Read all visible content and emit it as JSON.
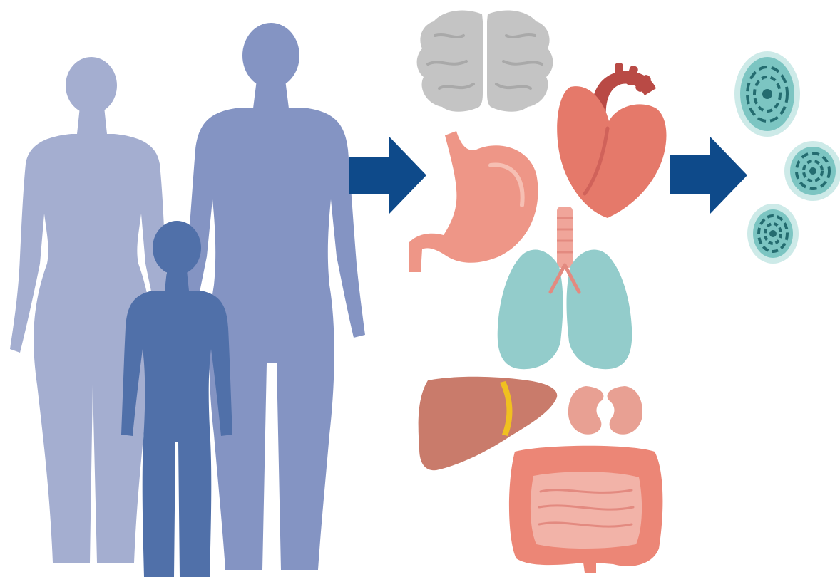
{
  "diagram": {
    "stages": [
      {
        "id": "organisms",
        "icons": [
          "female-silhouette-icon",
          "male-silhouette-icon",
          "child-silhouette-icon"
        ]
      },
      {
        "id": "organs",
        "icons": [
          "brain-icon",
          "heart-icon",
          "stomach-icon",
          "lungs-icon",
          "liver-icon",
          "kidneys-icon",
          "intestine-icon"
        ]
      },
      {
        "id": "cells",
        "icons": [
          "cell-icon",
          "cell-icon",
          "cell-icon"
        ]
      }
    ],
    "connectors": [
      "arrow-right-icon",
      "arrow-right-icon"
    ]
  },
  "colors": {
    "female": "#a4aed0",
    "male": "#8494c3",
    "child": "#5070a9",
    "arrow": "#0e4a8a",
    "brain": "#c4c4c4",
    "heart": "#e5796a",
    "aorta": "#b94a45",
    "stomach": "#ee9687",
    "trachea": "#f0a59a",
    "lungs": "#93cccb",
    "liver": "#c97b6b",
    "liver_band": "#f0c020",
    "kidney": "#e8a093",
    "intestine": "#ec8676",
    "intestine_inner": "#f2b3a8",
    "cell_outer": "#cdeae8",
    "cell_inner": "#7cc5c2",
    "cell_ring": "#246c70"
  }
}
